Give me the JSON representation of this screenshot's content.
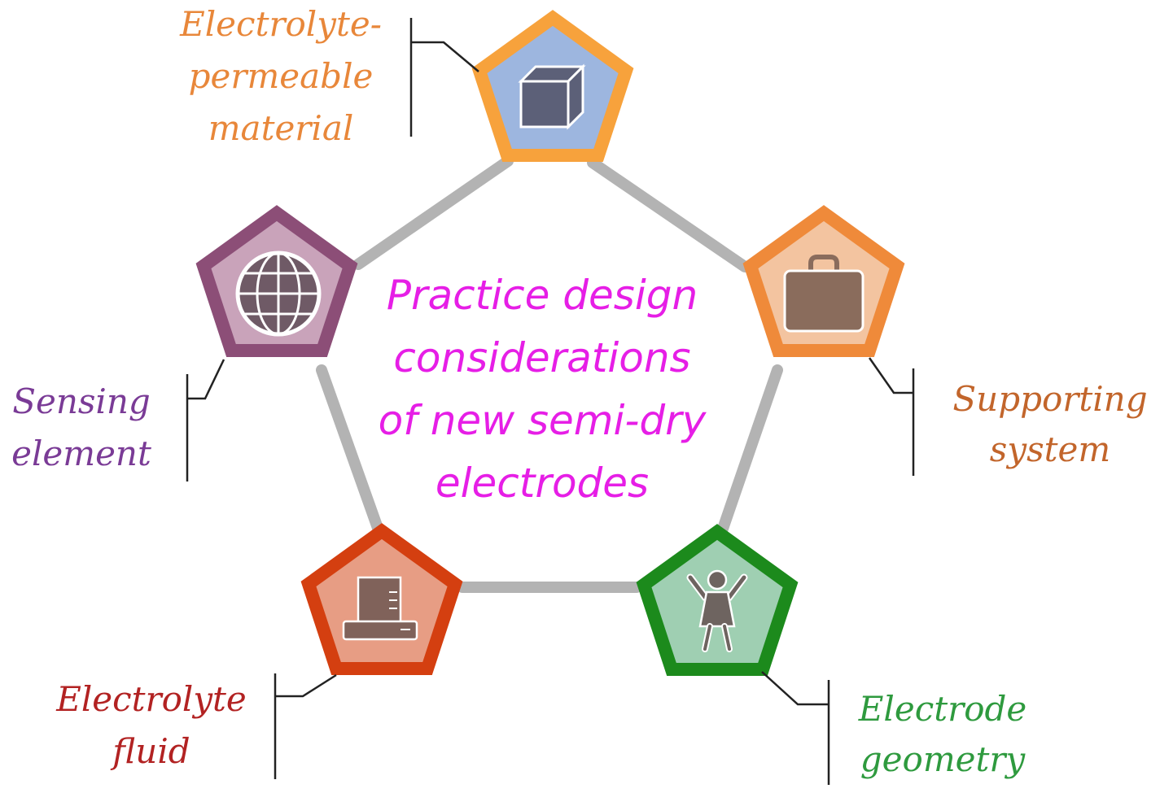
{
  "center": {
    "lines": [
      "Practice design",
      "considerations",
      "of new semi-dry",
      "electrodes"
    ],
    "color": "#e61ee6"
  },
  "connector_color": "#b3b3b3",
  "nodes": {
    "top": {
      "label_lines": [
        "Electrolyte-",
        "permeable",
        "material"
      ],
      "label_color": "#e8873a",
      "border": "#f7a23c",
      "fill": "#9db6df",
      "icon": "cube-icon",
      "icon_color": "#5c6078"
    },
    "right": {
      "label_lines": [
        "Supporting",
        "system"
      ],
      "label_color": "#c2652b",
      "border": "#ef8a3a",
      "fill": "#f3c4a0",
      "icon": "briefcase-icon",
      "icon_color": "#8a6c5c"
    },
    "bottom_right": {
      "label_lines": [
        "Electrode",
        "geometry"
      ],
      "label_color": "#2e9a3e",
      "border": "#1c8a1c",
      "fill": "#9fcfb2",
      "icon": "person-icon",
      "icon_color": "#6e6460"
    },
    "bottom_left": {
      "label_lines": [
        "Electrolyte",
        "fluid"
      ],
      "label_color": "#b22222",
      "border": "#d43f10",
      "fill": "#e79d84",
      "icon": "printer-icon",
      "icon_color": "#80625a"
    },
    "left": {
      "label_lines": [
        "Sensing",
        "element"
      ],
      "label_color": "#7a3b96",
      "border": "#8c4e77",
      "fill": "#c9a3ba",
      "icon": "globe-icon",
      "icon_color": "#6f5a66"
    }
  }
}
